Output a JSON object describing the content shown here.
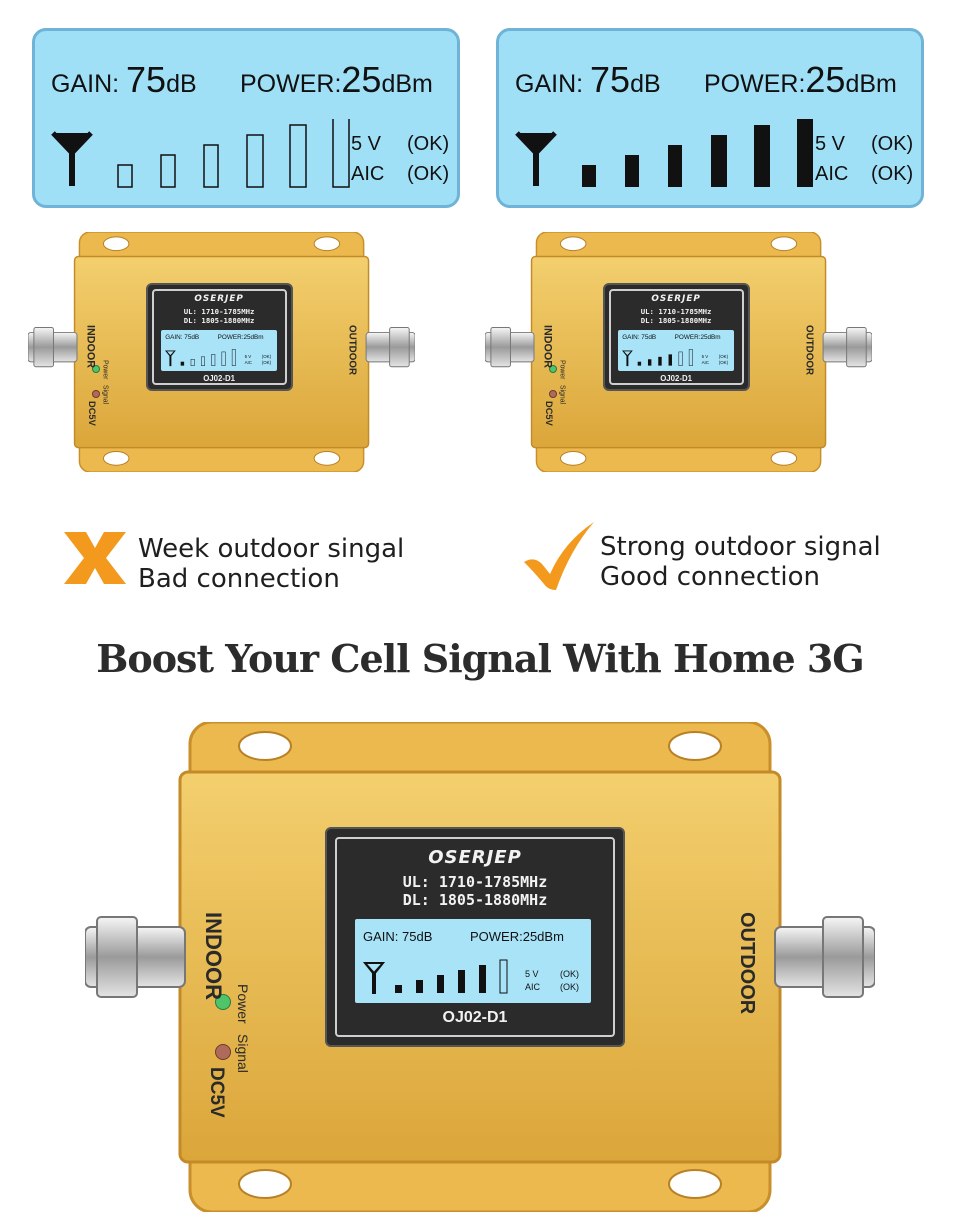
{
  "panels": [
    {
      "gain_label": "GAIN:",
      "gain_value": "75",
      "gain_unit": "dB",
      "power_label": "POWER:",
      "power_value": "25",
      "power_unit": "dBm",
      "signal_level": 0,
      "status": [
        {
          "label": "5 V",
          "value": "(OK)"
        },
        {
          "label": "AIC",
          "value": "(OK)"
        }
      ]
    },
    {
      "gain_label": "GAIN:",
      "gain_value": "75",
      "gain_unit": "dB",
      "power_label": "POWER:",
      "power_value": "25",
      "power_unit": "dBm",
      "signal_level": 6,
      "status": [
        {
          "label": "5 V",
          "value": "(OK)"
        },
        {
          "label": "AIC",
          "value": "(OK)"
        }
      ]
    }
  ],
  "device": {
    "brand": "OSERJEP",
    "ul": "UL: 1710-1785MHz",
    "dl": "DL: 1805-1880MHz",
    "model": "OJ02-D1",
    "indoor_label": "INDOOR",
    "outdoor_label": "OUTDOOR",
    "power_led_label": "Power",
    "signal_led_label": "Signal",
    "dc_label": "DC5V",
    "screen_gain": "GAIN: 75dB",
    "screen_power": "POWER:25dBm",
    "screen_5v": "5 V",
    "screen_aic": "AIC",
    "screen_ok": "(OK)"
  },
  "device_signal_levels": [
    1,
    4,
    5
  ],
  "captions": {
    "bad_line1": "Week outdoor singal",
    "bad_line2": "Bad connection",
    "good_line1": "Strong outdoor signal",
    "good_line2": "Good connection"
  },
  "colors": {
    "lcd_blue": "#9fe0f7",
    "booster_gold": "#e8b94a",
    "mark_orange": "#f39a1e"
  },
  "headline": "Boost Your Cell Signal With Home 3G"
}
